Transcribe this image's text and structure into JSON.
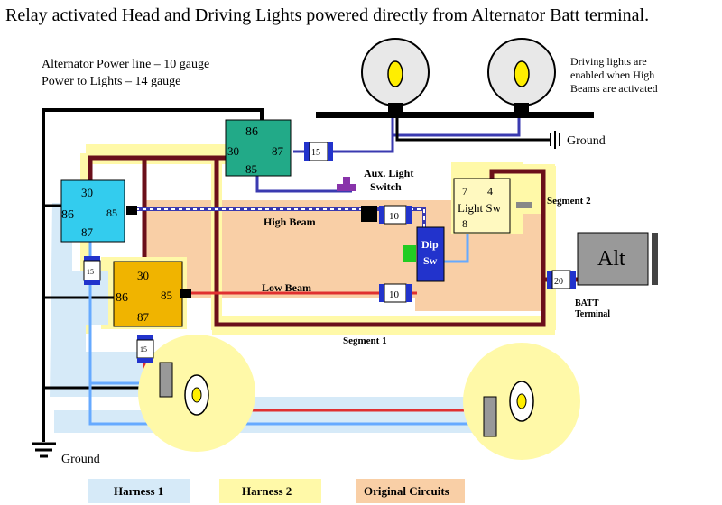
{
  "title": "Relay activated Head and Driving Lights powered directly from Alternator Batt terminal.",
  "notes": {
    "line1": "Alternator Power line – 10 gauge",
    "line2": "Power to Lights – 14 gauge",
    "driving1": "Driving lights are",
    "driving2": "enabled when High",
    "driving3": "Beams are activated"
  },
  "ground_top": "Ground",
  "ground_bottom": "Ground",
  "relay_driving": {
    "p86": "86",
    "p30": "30",
    "p87": "87",
    "p85": "85"
  },
  "relay_high": {
    "p30": "30",
    "p86": "86",
    "p85": "85",
    "p87": "87"
  },
  "relay_low": {
    "p30": "30",
    "p86": "86",
    "p85": "85",
    "p87": "87"
  },
  "fuses": {
    "f_driving": "15",
    "f_aux": "10",
    "f_low": "10",
    "f_batt": "20",
    "f_left": "15",
    "f_low_relay": "15"
  },
  "aux_switch": {
    "l1": "Aux. Light",
    "l2": "Switch"
  },
  "light_switch": {
    "p7": "7",
    "p4": "4",
    "label": "Light Sw",
    "p8": "8"
  },
  "dip_switch": {
    "l1": "Dip",
    "l2": "Sw"
  },
  "labels": {
    "high_beam": "High Beam",
    "low_beam": "Low Beam",
    "segment1": "Segment 1",
    "segment2": "Segment 2",
    "alt": "Alt",
    "batt1": "BATT",
    "batt2": "Terminal"
  },
  "legend": {
    "harness1": "Harness 1",
    "harness2": "Harness 2",
    "original": "Original Circuits"
  },
  "colors": {
    "harness1": "#d6eaf8",
    "harness2": "#fff9a8",
    "original": "#f9cfa6",
    "relay_driving": "#22aa88",
    "relay_high": "#33ccee",
    "relay_low": "#f0b400",
    "wire_maroon": "#6b0f1a",
    "wire_blue": "#3a3ab0",
    "wire_red": "#e03030",
    "wire_light_blue": "#66aaff"
  }
}
